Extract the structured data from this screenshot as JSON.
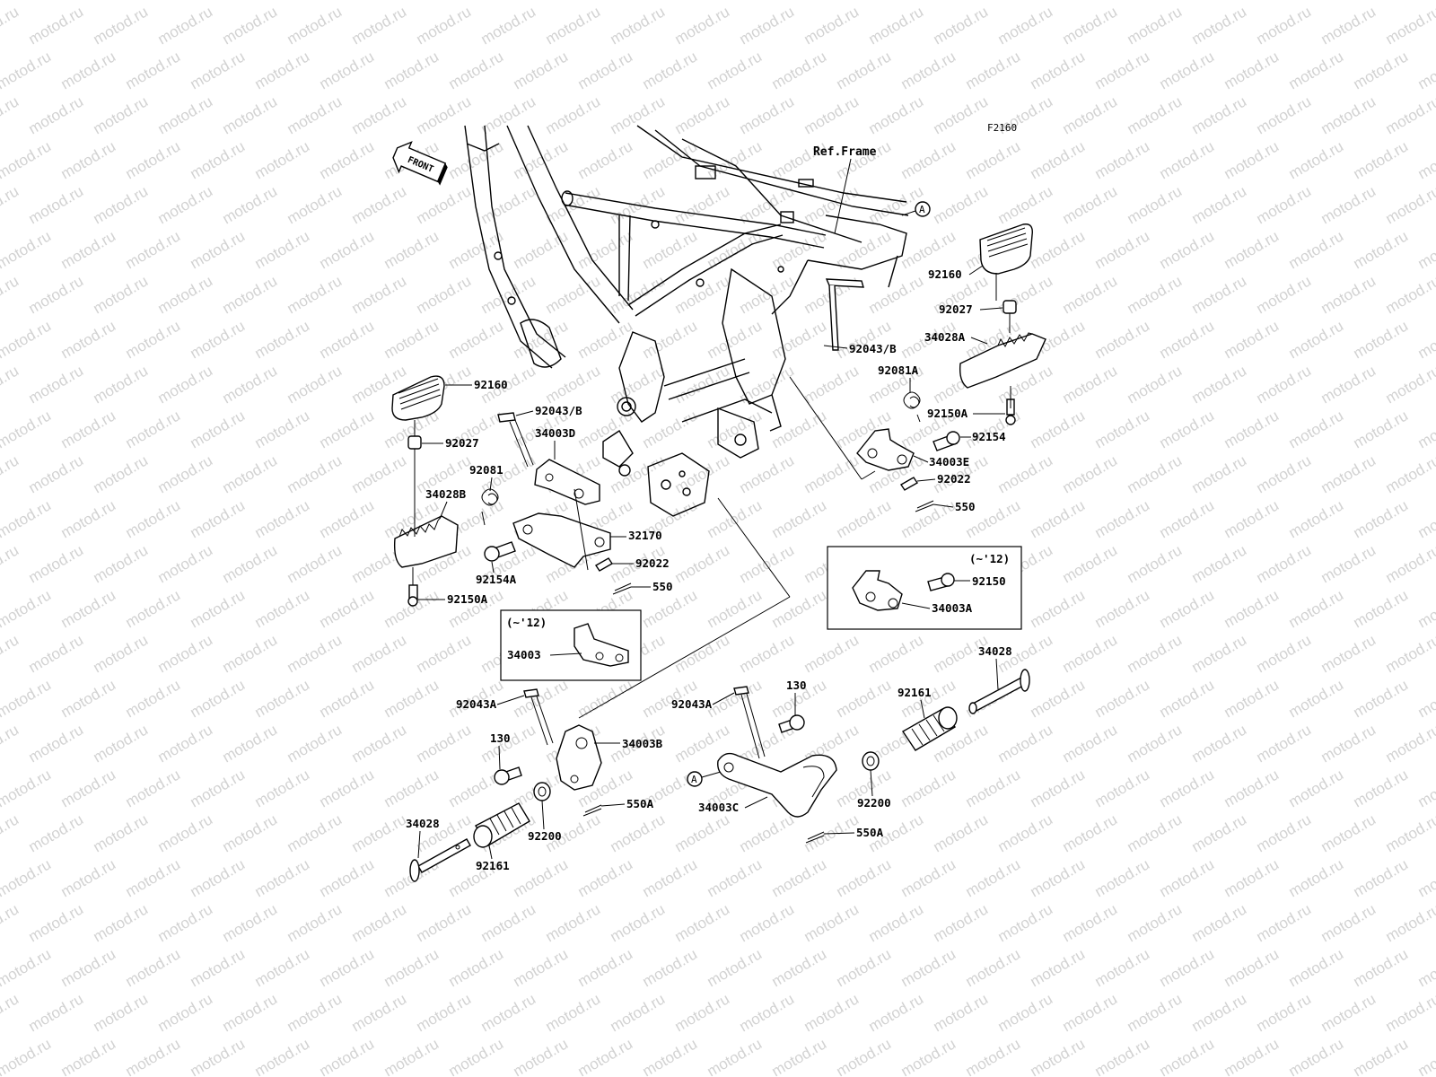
{
  "watermark_text": "motod.ru",
  "figure_code": "F2160",
  "ref_frame_label": "Ref.Frame",
  "front_label": "FRONT",
  "ref_marker": "A",
  "labels": {
    "p_92160_r": "92160",
    "p_92027_r": "92027",
    "p_34028A": "34028A",
    "p_92043B_r": "92043/B",
    "p_92081A": "92081A",
    "p_92150A_r": "92150A",
    "p_92154": "92154",
    "p_34003E": "34003E",
    "p_92022_r": "92022",
    "p_550_r": "550",
    "p_92160_l": "92160",
    "p_92043B_l": "92043/B",
    "p_34003D": "34003D",
    "p_92027_l": "92027",
    "p_92081": "92081",
    "p_34028B": "34028B",
    "p_32170": "32170",
    "p_92154A": "92154A",
    "p_92022_l": "92022",
    "p_550_l": "550",
    "p_92150A_l": "92150A",
    "p_92150_box": "92150",
    "p_34003A": "34003A",
    "p_34003": "34003",
    "p_92043A_l": "92043A",
    "p_34003B": "34003B",
    "p_130_l": "130",
    "p_550A_l": "550A",
    "p_34028_l": "34028",
    "p_92200_l": "92200",
    "p_92161_l": "92161",
    "p_92043A_r": "92043A",
    "p_130_r": "130",
    "p_34003C": "34003C",
    "p_550A_r": "550A",
    "p_92161_r": "92161",
    "p_34028_r": "34028",
    "p_92200_r": "92200"
  },
  "box_notes": {
    "right": "(~'12)",
    "left": "(~'12)"
  }
}
